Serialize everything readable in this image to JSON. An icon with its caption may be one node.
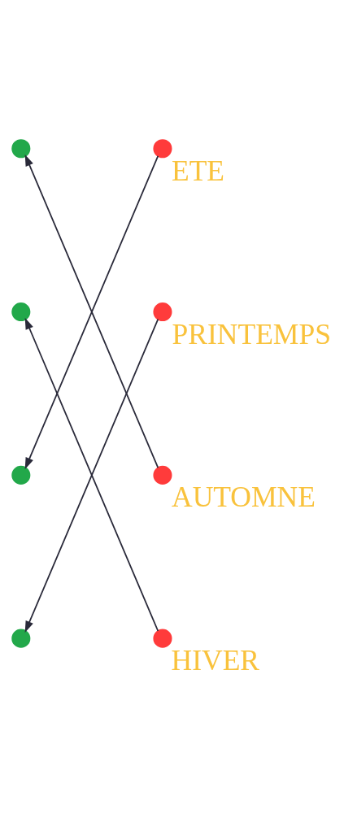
{
  "diagram": {
    "nodes": [
      {
        "text": [],
        "shape": "circle",
        "beside": [
          "ETE"
        ]
      },
      {
        "text": [],
        "shape": "circle",
        "beside": [
          "PRINTEMPS"
        ]
      },
      {
        "text": [],
        "shape": "circle",
        "beside": [
          "AUTOMNE"
        ]
      },
      {
        "text": [],
        "shape": "circle",
        "beside": [
          "HIVER"
        ]
      },
      {
        "text": [],
        "shape": "circle"
      },
      {
        "text": [],
        "shape": "circle"
      },
      {
        "text": [],
        "shape": "circle"
      },
      {
        "text": [],
        "shape": "circle"
      }
    ],
    "edges": [
      {
        "from": 0,
        "to": 6,
        "arrow": "to"
      },
      {
        "from": 2,
        "to": 4,
        "arrow": "to"
      },
      {
        "from": 1,
        "to": 7,
        "arrow": "to"
      },
      {
        "from": 3,
        "to": 5,
        "arrow": "to"
      }
    ]
  }
}
